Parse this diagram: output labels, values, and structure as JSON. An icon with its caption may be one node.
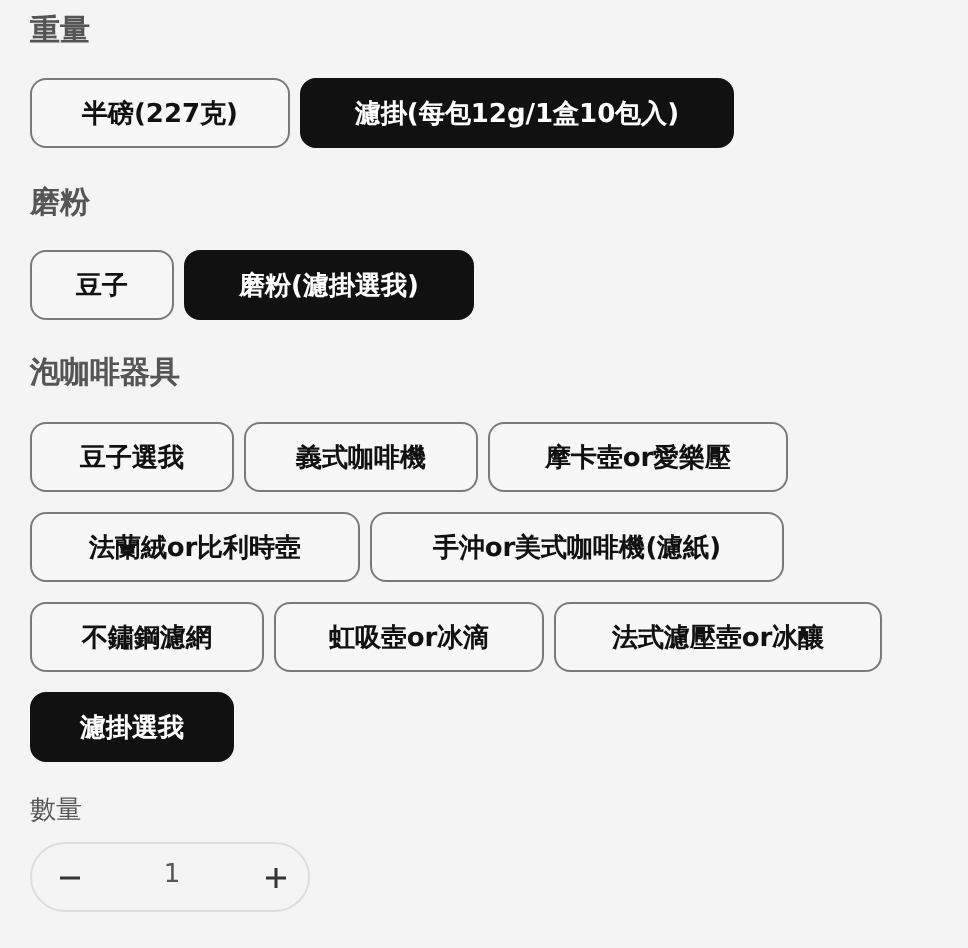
{
  "diagram": {
    "nodes": [
      {
        "text": [
          "半磅(227克)"
        ]
      },
      {
        "text": [
          "濾掛(每包12g/1盒10包入)"
        ]
      },
      {
        "text": [
          "豆子"
        ]
      },
      {
        "text": [
          "磨粉(濾掛選我)"
        ]
      },
      {
        "text": [
          "豆子選我"
        ]
      },
      {
        "text": [
          "義式咖啡機"
        ]
      },
      {
        "text": [
          "摩卡壺or愛樂壓"
        ]
      },
      {
        "text": [
          "法蘭絨or比利時壺"
        ]
      },
      {
        "text": [
          "手沖or美式咖啡機(濾紙)"
        ]
      },
      {
        "text": [
          "不鏽鋼濾網"
        ]
      },
      {
        "text": [
          "虹吸壺or冰滴"
        ]
      },
      {
        "text": [
          "法式濾壓壺or冰釀"
        ]
      },
      {
        "text": [
          "濾掛選我"
        ]
      },
      {
        "text": [
          "1"
        ]
      }
    ],
    "labels": [
      "重量",
      "磨粉",
      "泡咖啡器具",
      "數量"
    ]
  }
}
